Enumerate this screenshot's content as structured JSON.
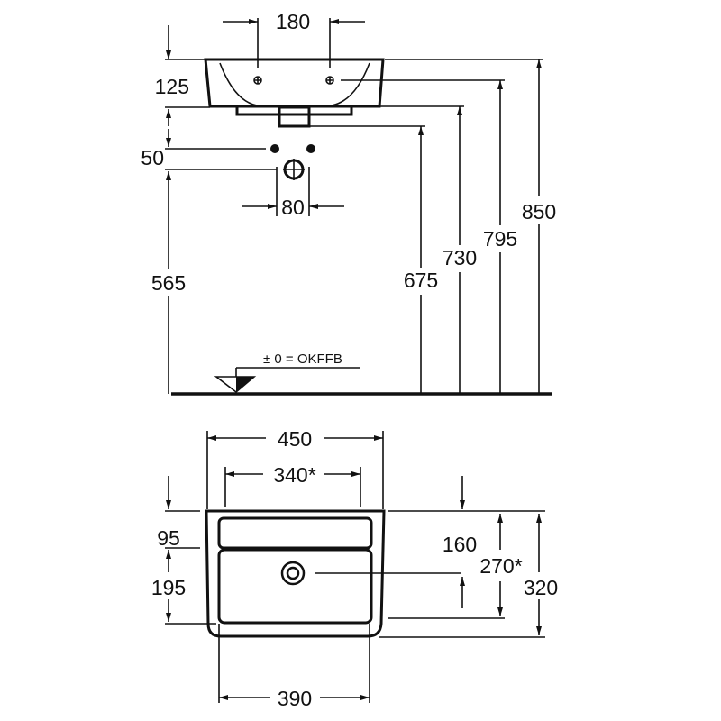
{
  "front_view": {
    "dim_tap_spacing": "180",
    "dim_basin_height": "125",
    "dim_supply_offset": "50",
    "dim_supply_spacing": "80",
    "dim_waste_height": "565",
    "dim_trap_height": "675",
    "dim_rim_bottom": "730",
    "dim_tap_height": "795",
    "dim_total_height": "850",
    "floor_label": "± 0 = OKFFB"
  },
  "top_view": {
    "dim_width": "450",
    "dim_bowl_width": "340*",
    "dim_back_depth": "95",
    "dim_bowl_depth_front": "195",
    "dim_drain_depth": "160",
    "dim_bowl_depth": "270*",
    "dim_total_depth": "320",
    "dim_bottom_width": "390"
  }
}
